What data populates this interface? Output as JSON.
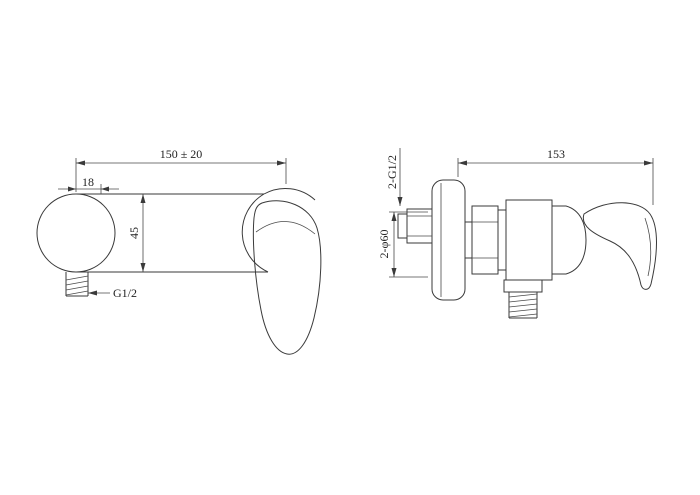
{
  "front_view": {
    "dim_overall_width": "150 ± 20",
    "dim_offset": "18",
    "dim_body_height": "45",
    "outlet_thread_label": "G1/2"
  },
  "side_view": {
    "inlet_thread_label": "2-G1/2",
    "escutcheon_label": "2-φ60",
    "dim_overall_depth": "153"
  },
  "colors": {
    "line": "#3a3a3a",
    "background": "#ffffff"
  }
}
